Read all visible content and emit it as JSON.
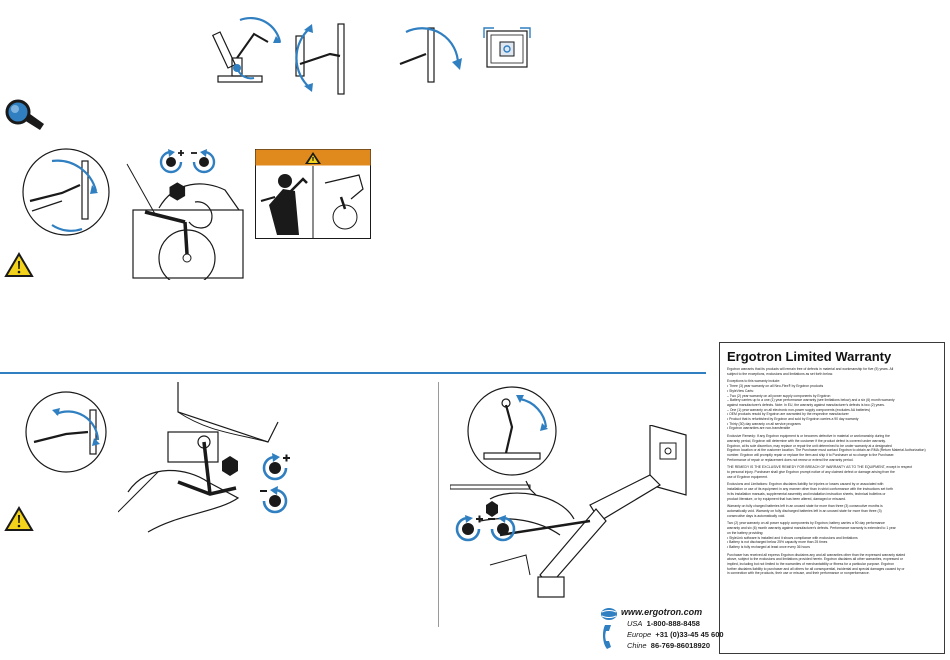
{
  "warranty": {
    "title": "Ergotron Limited Warranty",
    "lines": [
      "Ergotron warrants that its products will remain free of defects in material and workmanship for five (5) years. All",
      "subject to the exceptions, exclusions and limitations as set forth below.",
      "",
      "Exceptions to this warranty include:",
      "• Three (3) year warranty on all Neo-Flex® by Ergotron products",
      "• StyleView Carts:",
      "   – Two (2) year warranty on all power supply components by Ergotron",
      "   – Battery carries up to a one (1) year performance warranty (see limitations below) and a six (6) month warranty",
      "     against manufacturer's defects. Note: In EU, the warranty against manufacturer's defects is two (2) years.",
      "   – One (1) year warranty on all electronic non-power supply components (excludes AA batteries)",
      "• OEM products resold by Ergotron are warranted by the respective manufacturer",
      "• Product that is refurbished by Ergotron and sold by Ergotron carries a 90 day warranty",
      "• Thirty (30) day warranty on all service programs",
      "• Ergotron warranties are non-transferable",
      "",
      "Exclusive Remedy: If any Ergotron equipment is or becomes defective in material or workmanship during the",
      "warranty period, Ergotron will determine with the customer if the product defect is covered under warranty.",
      "Ergotron, at its sole discretion, may replace or repair the unit determined to be under warranty at a designated",
      "Ergotron location or at the customer location. The Purchaser must contact Ergotron to obtain an RMA (Return Material Authorization)",
      "number. Ergotron will promptly repair or replace the item and ship it to Purchaser at no charge to the Purchaser.",
      "Performance of repair or replacement does not renew or extend the warranty period.",
      "",
      "THE REMEDY IS THE EXCLUSIVE REMEDY FOR BREACH OF WARRANTY AS TO THE EQUIPMENT, except in respect",
      "to personal injury. Purchaser shall give Ergotron prompt notice of any claimed defect or damage arising from the",
      "use of Ergotron equipment.",
      "",
      "Exclusions and Limitations: Ergotron disclaims liability for injuries or losses caused by or associated with",
      "installation or use of its equipment in any manner other than in strict conformance with the instructions set forth",
      "in its installation manuals, supplemental assembly and installation instruction sheets, technical bulletins or",
      "product literature, or by equipment that has been altered, damaged or misused.",
      "",
      "Warranty on fully charged batteries left in an unused state for more than three (3) consecutive months is",
      "automatically void. Warranty on fully discharged batteries left in an unused state for more than three (3)",
      "consecutive days is automatically void.",
      "",
      "Two (2) year warranty on all power supply components by Ergotron; battery carries a 90 day performance",
      "warranty and six (6) month warranty against manufacturer's defects. Performance warranty is extended to 1 year",
      "on the battery providing:",
      "• StyleLink software is installed and it shows compliance with exclusions and limitations",
      "• Battery is not discharged below 25% capacity more than 25 times",
      "• Battery is fully recharged at least once every 36 hours",
      "",
      "Purchaser has received all express Ergotron disclaims any and all warranties other than the expressed warranty stated",
      "above, subject to the exclusions and limitations provided herein. Ergotron disclaims all other warranties, expressed or",
      "implied, including but not limited to the warranties of merchantability or fitness for a particular purpose. Ergotron",
      "further disclaims liability to purchaser and all others for all consequential, incidental and special damages caused by or",
      "in connection with the products, their use or misuse, and their performance or nonperformance."
    ]
  },
  "contact": {
    "website": "www.ergotron.com",
    "usa_label": "USA",
    "usa_phone": "1-800-888-8458",
    "europe_label": "Europe",
    "europe_phone": "+31 (0)33-45 45 600",
    "china_label": "Chine",
    "china_phone": "86-769-86018920"
  },
  "icons": {
    "warning": "warning-triangle-icon",
    "tighten": "rotate-clockwise-plus-icon",
    "loosen": "rotate-counterclockwise-minus-icon",
    "magnifier": "magnifier-hand-icon",
    "hex": "hex-key-icon",
    "phone": "phone-icon",
    "globe": "globe-icon"
  },
  "colors": {
    "accent_blue": "#2f7fc1",
    "caution_orange": "#e08a1e",
    "warning_yellow": "#f2d21b",
    "line": "#1a1a1a"
  }
}
